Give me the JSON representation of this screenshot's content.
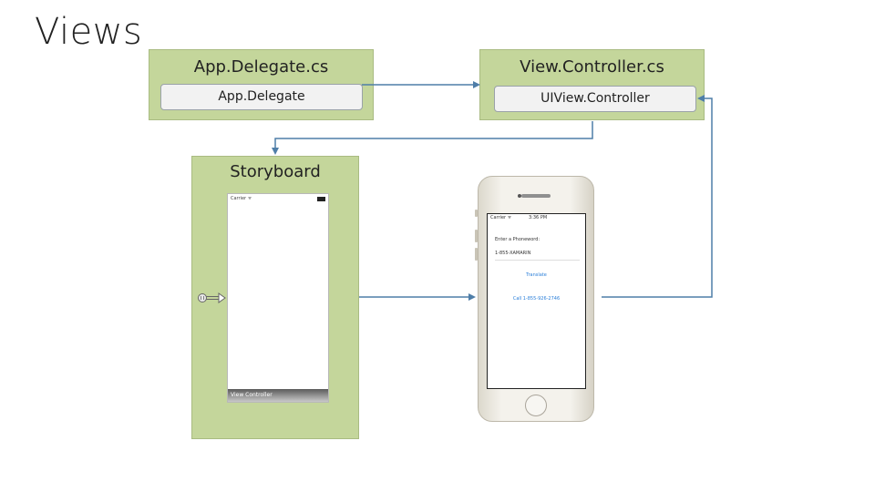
{
  "slide_title": "Views",
  "app_delegate_box": {
    "title": "App.Delegate.cs",
    "class_label": "App.Delegate"
  },
  "view_controller_box": {
    "title": "View.Controller.cs",
    "class_label": "UIView.Controller"
  },
  "storyboard_box": {
    "title": "Storyboard",
    "screen_status": "Carrier ᯤ",
    "screen_footer": "View Controller"
  },
  "phone": {
    "status_carrier": "Carrier ᯤ",
    "status_time": "3:36 PM",
    "prompt": "Enter a Phoneword:",
    "input_value": "1-855-XAMARIN",
    "translate_label": "Translate",
    "call_label": "Call 1-855-926-2746"
  },
  "colors": {
    "box_fill": "#c4d69b",
    "box_border": "#a9bb82",
    "arrow": "#4f7ea8"
  }
}
